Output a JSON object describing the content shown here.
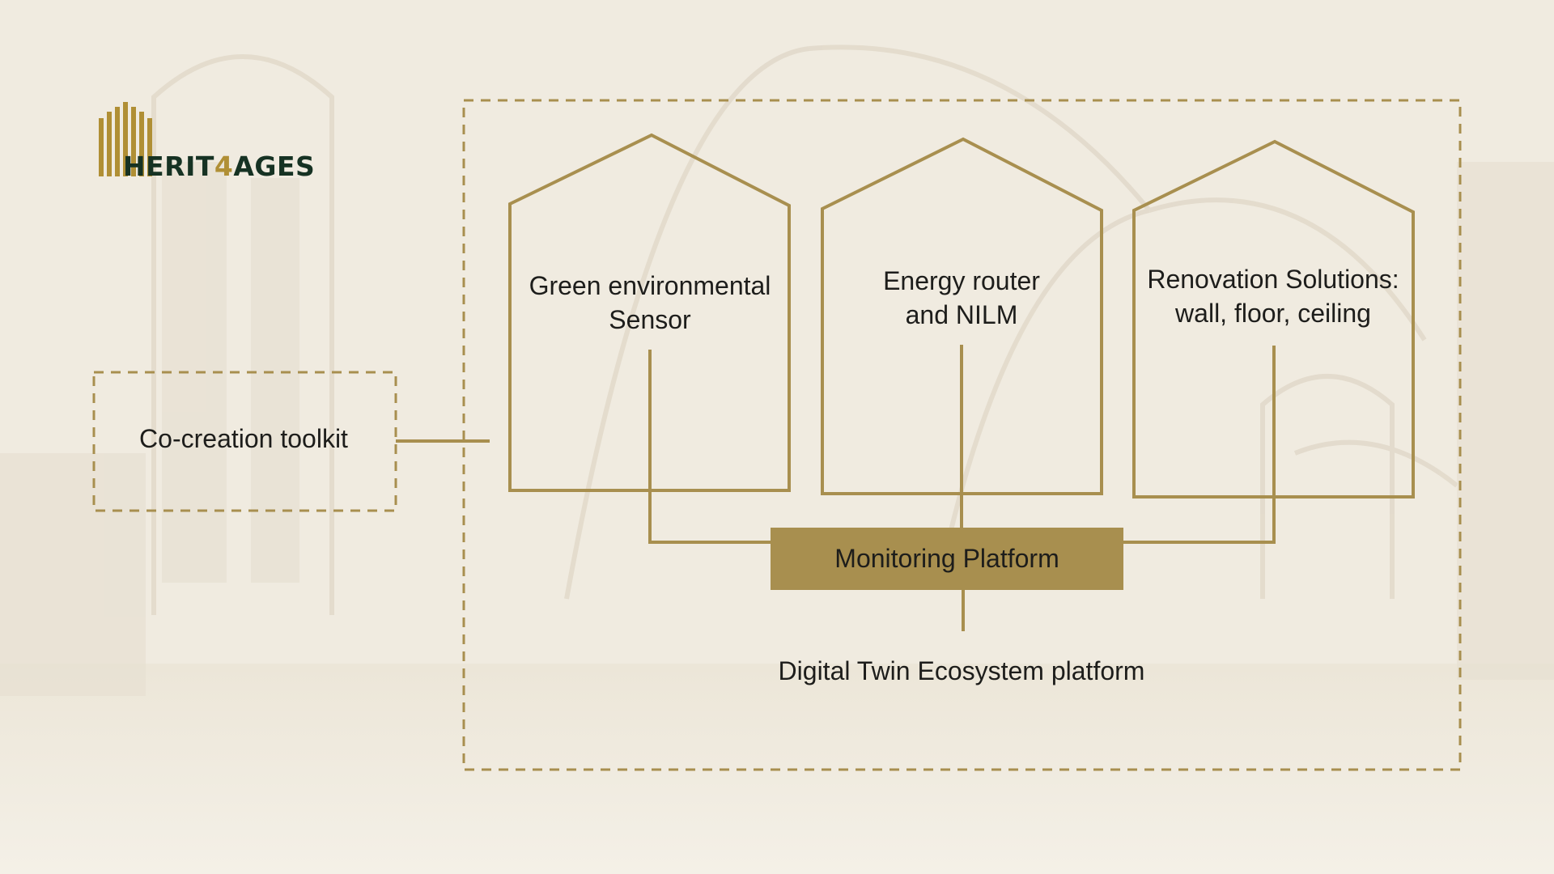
{
  "logo": {
    "prefix": "HERIT",
    "accent": "4",
    "suffix": "AGES"
  },
  "colors": {
    "gold": "#a88f4f",
    "dark_green": "#163223",
    "text": "#1d1d1b",
    "background": "#f1ede3"
  },
  "diagram": {
    "toolkit": "Co-creation toolkit",
    "houses": [
      {
        "label": "Green environmental\nSensor"
      },
      {
        "label": "Energy router\nand NILM"
      },
      {
        "label": "Renovation Solutions:\nwall, floor, ceiling"
      }
    ],
    "monitoring": "Monitoring Platform",
    "digital_twin": "Digital Twin Ecosystem platform"
  }
}
